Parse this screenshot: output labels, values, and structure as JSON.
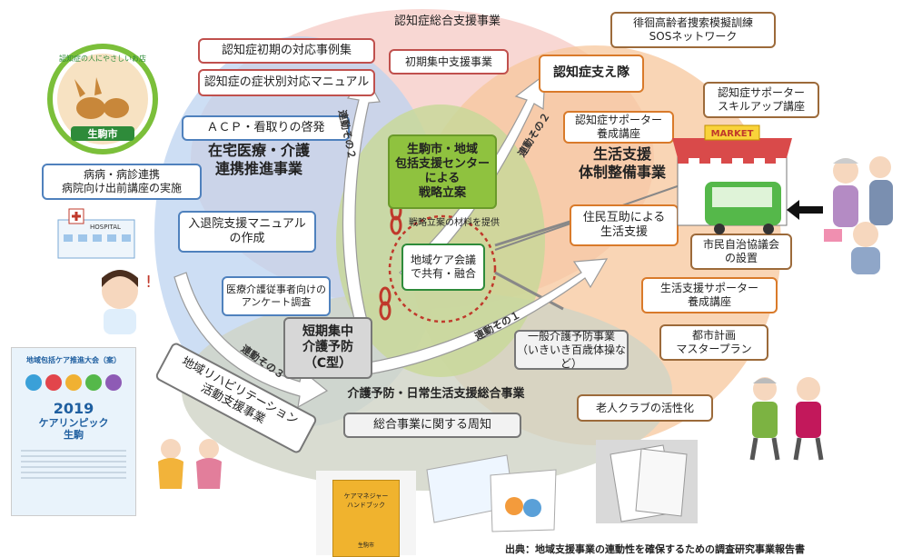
{
  "section_titles": {
    "top": "認知症総合支援事業",
    "left": "在宅医療・介護\n連携推進事業",
    "right": "生活支援\n体制整備事業",
    "bottom": "介護予防・日常生活支援総合事業"
  },
  "center": {
    "strategy": "生駒市・地域\n包括支援センター\nによる\n戦略立案",
    "material_note": "戦略立案の材料を提供",
    "meeting": "地域ケア会議\nで共有・融合",
    "short_term": "短期集中\n介護予防\n（C型）"
  },
  "boxes": {
    "dementia_case": "認知症初期の対応事例集",
    "dementia_manual": "認知症の症状別対応マニュアル",
    "initial_support": "初期集中支援事業",
    "sos_network": "徘徊高齢者捜索模擬訓練\nSOSネットワーク",
    "supporter_team": "認知症支え隊",
    "supporter_skill": "認知症サポーター\nスキルアップ講座",
    "supporter_training": "認知症サポーター\n養成講座",
    "acp": "ＡＣＰ・看取りの啓発",
    "hospital_link": "病病・病診連携\n病院向け出前講座の実施",
    "discharge_manual": "入退院支援マニュアル\nの作成",
    "survey": "医療介護従事者向けの\nアンケート調査",
    "mutual_aid": "住民互助による\n生活支援",
    "council": "市民自治協議会\nの設置",
    "life_supporter": "生活支援サポーター\n養成講座",
    "city_plan": "都市計画\nマスタープラン",
    "general_prevention": "一般介護予防事業\n（いきいき百歳体操など）",
    "elderly_club": "老人クラブの活性化",
    "rehab": "地域リハビリテーション\n活動支援事業",
    "notice": "総合事業に関する周知"
  },
  "arrows": {
    "link1": "連動その１",
    "link2_left": "連動その２",
    "link2_right": "連動その２",
    "link3": "連動その３"
  },
  "illustrations": {
    "logo_text": "認知症の人にやさしいお店",
    "logo_city": "生駒市",
    "hospital_sign": "HOSPITAL",
    "market_sign": "MARKET",
    "poster_title": "地域包括ケア推進大会（案）",
    "poster_year": "2019",
    "poster_subtitle": "ケアリンピック\n生駒",
    "booklet_title": "ケアマネジャー\nハンドブック",
    "booklet_footer": "生駒市"
  },
  "footer": "出典：地域支援事業の連動性を確保するための調査研究事業報告書"
}
